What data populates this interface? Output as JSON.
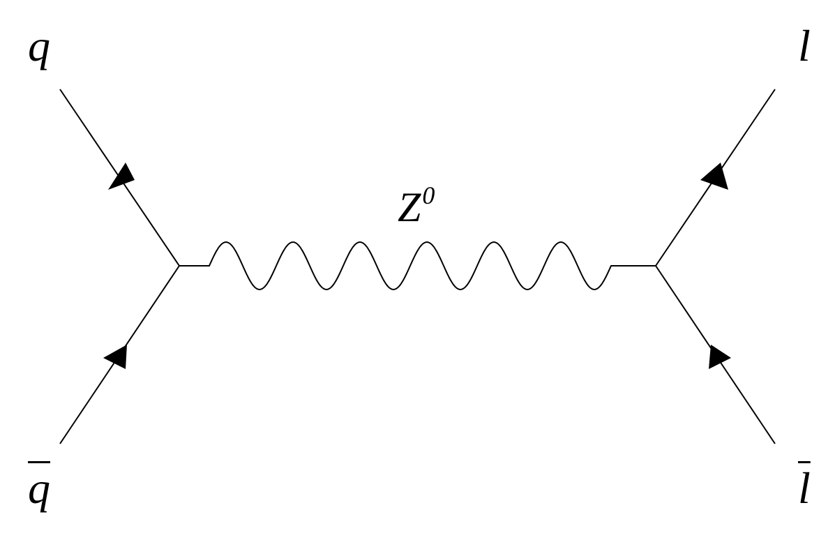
{
  "diagram": {
    "labels": {
      "quark": "q",
      "antiquark": "q",
      "lepton": "l",
      "antilepton": "l",
      "boson": "Z",
      "boson_superscript": "0"
    },
    "line_color": "#000000",
    "background": "#ffffff"
  }
}
